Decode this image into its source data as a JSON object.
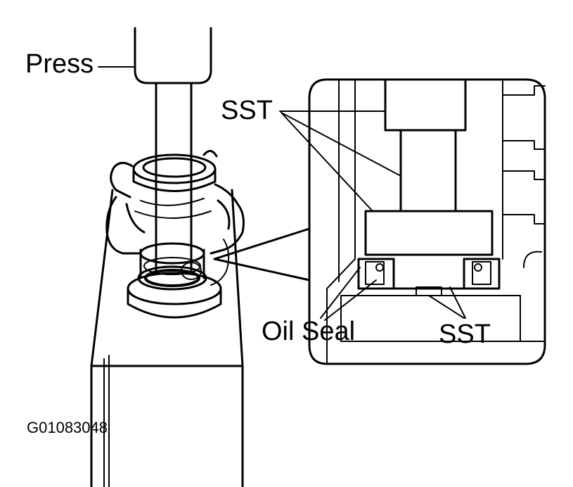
{
  "labels": {
    "press": "Press",
    "sst_top": "SST",
    "oil_seal": "Oil Seal",
    "sst_bottom": "SST",
    "figure_code": "G01083048"
  },
  "colors": {
    "ink": "#000000",
    "paper": "#ffffff"
  }
}
